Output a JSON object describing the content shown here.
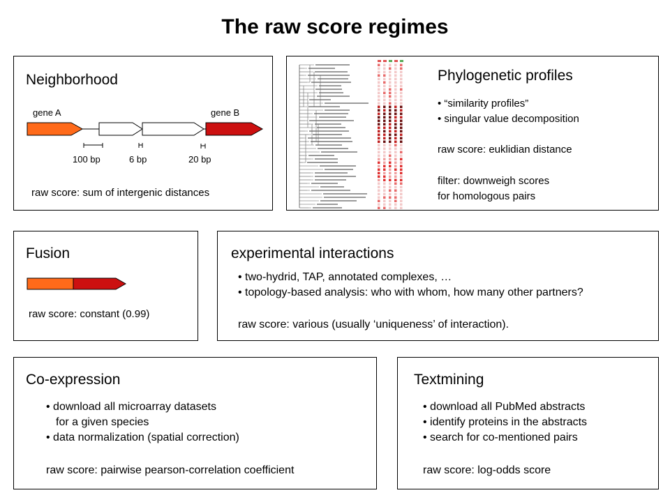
{
  "title": "The raw score regimes",
  "neighborhood": {
    "title": "Neighborhood",
    "gene_a": "gene A",
    "gene_b": "gene B",
    "distances": [
      "100 bp",
      "6 bp",
      "20 bp"
    ],
    "raw_score": "raw score: sum of intergenic distances",
    "colors": {
      "gene_a": "#ff6a1a",
      "gene_b": "#cc1010"
    }
  },
  "phylo": {
    "title": "Phylogenetic profiles",
    "bullets": [
      "“similarity profiles”",
      "singular value decomposition"
    ],
    "raw_score": "raw score: euklidian distance",
    "filter_line1": "filter: downweigh scores",
    "filter_line2": "for homologous pairs"
  },
  "fusion": {
    "title": "Fusion",
    "raw_score": "raw score: constant (0.99)"
  },
  "experimental": {
    "title": "experimental interactions",
    "bullets": [
      "two-hydrid, TAP, annotated complexes, …",
      "topology-based analysis: who with whom, how many other partners?"
    ],
    "raw_score": "raw score: various (usually ‘uniqueness’ of interaction)."
  },
  "coexpression": {
    "title": "Co-expression",
    "bullet1": "download all microarray datasets",
    "bullet1_cont": "for a given species",
    "bullet2": "data normalization (spatial correction)",
    "raw_score": "raw score: pairwise pearson-correlation coefficient"
  },
  "textmining": {
    "title": "Textmining",
    "bullets": [
      "download all PubMed abstracts",
      "identify proteins in the abstracts",
      "search for co-mentioned pairs"
    ],
    "raw_score": "raw score: log-odds score"
  }
}
